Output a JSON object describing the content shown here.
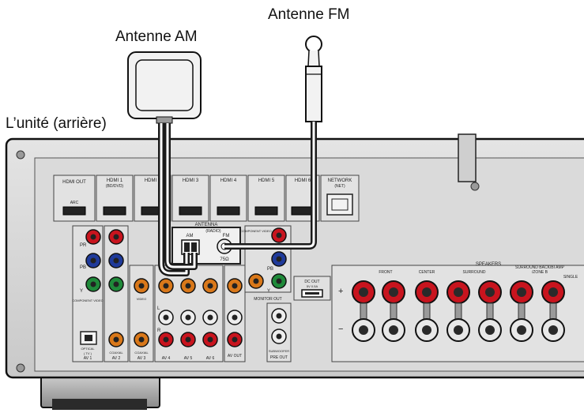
{
  "captions": {
    "fm_antenna": "Antenne FM",
    "am_antenna": "Antenne AM",
    "unit": "L’unité (arrière)"
  },
  "panel": {
    "hdmi_out": "HDMI OUT",
    "arc": "ARC",
    "hdmi1": "HDMI 1",
    "hdmi1_sub": "(BD/DVD)",
    "hdmi2": "HDMI 2",
    "hdmi3": "HDMI 3",
    "hdmi4": "HDMI 4",
    "hdmi5": "HDMI 5",
    "hdmi6": "HDMI 6",
    "network": "NETWORK",
    "network_sub": "(NET)",
    "antenna": "ANTENNA",
    "antenna_sub": "(RADIO)",
    "am": "AM",
    "fm": "FM",
    "ohm": "75Ω",
    "component_video": "COMPONENT VIDEO",
    "pr": "PR",
    "pb": "PB",
    "y": "Y",
    "monitor_out": "MONITOR OUT",
    "video": "VIDEO",
    "dc_out": "DC OUT",
    "dc_rating": "5V 0.5A",
    "speakers": "SPEAKERS",
    "front": "FRONT",
    "center": "CENTER",
    "surround": "SURROUND",
    "surround_back": "SURROUND BACK/BI AMP",
    "zone_b": "/ZONE B",
    "single": "SINGLE",
    "r": "R",
    "l": "L",
    "optical": "OPTICAL",
    "tv": "( TV )",
    "coaxial": "COAXIAL",
    "av1": "AV 1",
    "av2": "AV 2",
    "av3": "AV 3",
    "av4": "AV 4",
    "av5": "AV 5",
    "av6": "AV 6",
    "av_out": "AV OUT",
    "subwoofer": "SUBWOOFER",
    "pre_out": "PRE OUT",
    "plus": "+",
    "minus": "−"
  },
  "colors": {
    "cable": "#1a1a1a",
    "panel": "#d6d6d6",
    "red_jack": "#c8141e",
    "green_jack": "#1f8a3a",
    "blue_jack": "#1f3a9a",
    "orange_jack": "#d9781a"
  }
}
